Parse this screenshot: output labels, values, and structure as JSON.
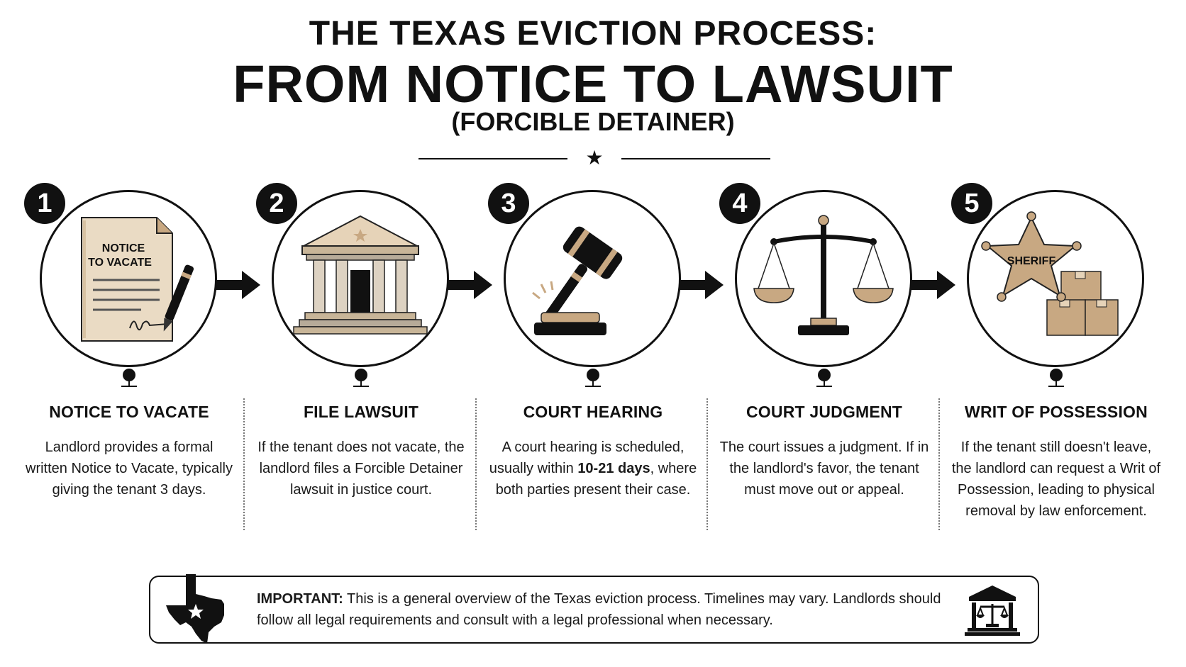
{
  "title": {
    "line1": "THE TEXAS EVICTION PROCESS:",
    "line2": "FROM NOTICE TO LAWSUIT",
    "line3": "(FORCIBLE DETAINER)"
  },
  "steps": [
    {
      "number": "1",
      "title": "NOTICE TO VACATE",
      "icon": "notice-document-icon",
      "doc_text_1": "NOTICE",
      "doc_text_2": "TO VACATE",
      "desc": "Landlord provides a formal written Notice to Vacate, typically giving the tenant 3 days."
    },
    {
      "number": "2",
      "title": "FILE LAWSUIT",
      "icon": "courthouse-icon",
      "desc": "If the tenant does not vacate, the landlord files a Forcible Detainer lawsuit in justice court."
    },
    {
      "number": "3",
      "title": "COURT HEARING",
      "icon": "gavel-icon",
      "desc_before": "A court hearing is scheduled, usually within ",
      "desc_bold": "10-21 days",
      "desc_after": ", where both parties present their case."
    },
    {
      "number": "4",
      "title": "COURT JUDGMENT",
      "icon": "scales-of-justice-icon",
      "desc": "The court issues a judgment. If in the landlord's favor, the tenant must move out or appeal."
    },
    {
      "number": "5",
      "title": "WRIT OF POSSESSION",
      "icon": "sheriff-badge-icon",
      "badge_text": "SHERIFF",
      "desc": "If the tenant still doesn't leave, the landlord can request a Writ of Possession, leading to physical removal by law enforcement."
    }
  ],
  "notice": {
    "label": "IMPORTANT:",
    "text": " This is a general overview of the Texas eviction process. Timelines may vary. Landlords should follow all legal requirements and consult with a legal professional when necessary."
  },
  "colors": {
    "ink": "#111111",
    "tan": "#c8a882",
    "tan_light": "#e6d3b8",
    "stone": "#b7ab99"
  }
}
